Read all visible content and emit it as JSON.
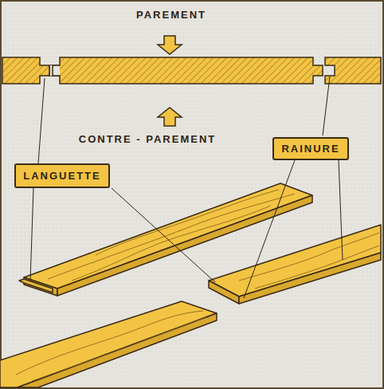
{
  "diagram": {
    "nodes": [
      {
        "text": [
          "RAINURE"
        ]
      },
      {
        "text": [
          "LANGUETTE"
        ]
      }
    ],
    "labels": [
      "PAREMENT",
      "CONTRE - PAREMENT"
    ]
  }
}
